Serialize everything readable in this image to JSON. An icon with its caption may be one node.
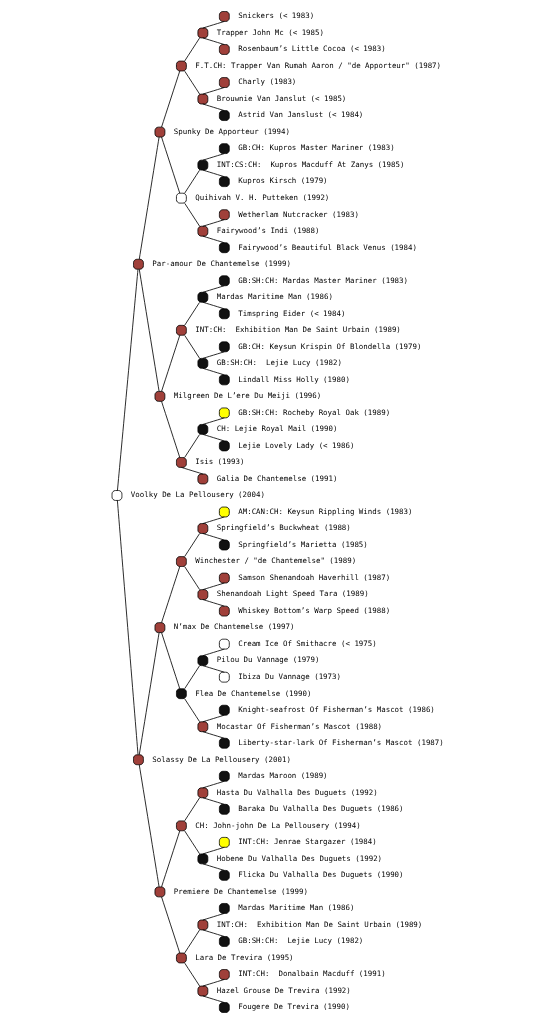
{
  "diagram": {
    "nodes": [
      {
        "text": [],
        "shape": "circle",
        "beside": [
          "Snickers (< 1983)"
        ]
      },
      {
        "text": [],
        "shape": "circle",
        "beside": [
          "Trapper John Mc (< 1985)"
        ]
      },
      {
        "text": [],
        "shape": "circle",
        "beside": [
          "Rosenbaum’s Little Cocoa (< 1983)"
        ]
      },
      {
        "text": [],
        "shape": "circle",
        "beside": [
          "F.T.CH: Trapper Van Rumah Aaron / \"de Apporteur\" (1987)"
        ]
      },
      {
        "text": [],
        "shape": "circle",
        "beside": [
          "Charly (1983)"
        ]
      },
      {
        "text": [],
        "shape": "circle",
        "beside": [
          "Brouwnie Van Janslut (< 1985)"
        ]
      },
      {
        "text": [],
        "shape": "circle",
        "beside": [
          "Astrid Van Janslust (< 1984)"
        ]
      },
      {
        "text": [],
        "shape": "circle",
        "beside": [
          "Spunky De Apporteur (1994)"
        ]
      },
      {
        "text": [],
        "shape": "circle",
        "beside": [
          "GB:CH: Kupros Master Mariner (1983)"
        ]
      },
      {
        "text": [],
        "shape": "circle",
        "beside": [
          "INT:CS:CH:  Kupros Macduff At Zanys (1985)"
        ]
      },
      {
        "text": [],
        "shape": "circle",
        "beside": [
          "Kupros Kirsch (1979)"
        ]
      },
      {
        "text": [],
        "shape": "circle",
        "beside": [
          "Quihivah V. H. Putteken (1992)"
        ]
      },
      {
        "text": [],
        "shape": "circle",
        "beside": [
          "Wetherlam Nutcracker (1983)"
        ]
      },
      {
        "text": [],
        "shape": "circle",
        "beside": [
          "Fairywood’s Indi (1988)"
        ]
      },
      {
        "text": [],
        "shape": "circle",
        "beside": [
          "Fairywood’s Beautiful Black Venus (1984)"
        ]
      },
      {
        "text": [],
        "shape": "circle",
        "beside": [
          "Par-amour De Chantemelse (1999)"
        ]
      },
      {
        "text": [],
        "shape": "circle",
        "beside": [
          "GB:SH:CH: Mardas Master Mariner (1983)"
        ]
      },
      {
        "text": [],
        "shape": "circle",
        "beside": [
          "Mardas Maritime Man (1986)"
        ]
      },
      {
        "text": [],
        "shape": "circle",
        "beside": [
          "Timspring Eider (< 1984)"
        ]
      },
      {
        "text": [],
        "shape": "circle",
        "beside": [
          "INT:CH:  Exhibition Man De Saint Urbain (1989)"
        ]
      },
      {
        "text": [],
        "shape": "circle",
        "beside": [
          "GB:CH: Keysun Krispin Of Blondella (1979)"
        ]
      },
      {
        "text": [],
        "shape": "circle",
        "beside": [
          "GB:SH:CH:  Lejie Lucy (1982)"
        ]
      },
      {
        "text": [],
        "shape": "circle",
        "beside": [
          "Lindall Miss Holly (1980)"
        ]
      },
      {
        "text": [],
        "shape": "circle",
        "beside": [
          "Milgreen De L’ere Du Meiji (1996)"
        ]
      },
      {
        "text": [],
        "shape": "circle",
        "beside": [
          "GB:SH:CH: Rocheby Royal Oak (1989)"
        ]
      },
      {
        "text": [],
        "shape": "circle",
        "beside": [
          "CH: Lejie Royal Mail (1990)"
        ]
      },
      {
        "text": [],
        "shape": "circle",
        "beside": [
          "Lejie Lovely Lady (< 1986)"
        ]
      },
      {
        "text": [],
        "shape": "circle",
        "beside": [
          "Isis (1993)"
        ]
      },
      {
        "text": [],
        "shape": "circle",
        "beside": [
          "Galia De Chantemelse (1991)"
        ]
      },
      {
        "text": [],
        "shape": "circle",
        "beside": [
          "Voolky De La Pellousery (2004)"
        ]
      },
      {
        "text": [],
        "shape": "circle",
        "beside": [
          "AM:CAN:CH: Keysun Rippling Winds (1983)"
        ]
      },
      {
        "text": [],
        "shape": "circle",
        "beside": [
          "Springfield’s Buckwheat (1988)"
        ]
      },
      {
        "text": [],
        "shape": "circle",
        "beside": [
          "Springfield’s Marietta (1985)"
        ]
      },
      {
        "text": [],
        "shape": "circle",
        "beside": [
          "Winchester / \"de Chantemelse\" (1989)"
        ]
      },
      {
        "text": [],
        "shape": "circle",
        "beside": [
          "Samson Shenandoah Haverhill (1987)"
        ]
      },
      {
        "text": [],
        "shape": "circle",
        "beside": [
          "Shenandoah Light Speed Tara (1989)"
        ]
      },
      {
        "text": [],
        "shape": "circle",
        "beside": [
          "Whiskey Bottom’s Warp Speed (1988)"
        ]
      },
      {
        "text": [],
        "shape": "circle",
        "beside": [
          "N’max De Chantemelse (1997)"
        ]
      },
      {
        "text": [],
        "shape": "circle",
        "beside": [
          "Cream Ice Of Smithacre (< 1975)"
        ]
      },
      {
        "text": [],
        "shape": "circle",
        "beside": [
          "Pilou Du Vannage (1979)"
        ]
      },
      {
        "text": [],
        "shape": "circle",
        "beside": [
          "Ibiza Du Vannage (1973)"
        ]
      },
      {
        "text": [],
        "shape": "circle",
        "beside": [
          "Flea De Chantemelse (1990)"
        ]
      },
      {
        "text": [],
        "shape": "circle",
        "beside": [
          "Knight-seafrost Of Fisherman’s Mascot (1986)"
        ]
      },
      {
        "text": [],
        "shape": "circle",
        "beside": [
          "Mocastar Of Fisherman’s Mascot (1988)"
        ]
      },
      {
        "text": [],
        "shape": "circle",
        "beside": [
          "Liberty-star-lark Of Fisherman’s Mascot (1987)"
        ]
      },
      {
        "text": [],
        "shape": "circle",
        "beside": [
          "Solassy De La Pellousery (2001)"
        ]
      },
      {
        "text": [],
        "shape": "circle",
        "beside": [
          "Mardas Maroon (1989)"
        ]
      },
      {
        "text": [],
        "shape": "circle",
        "beside": [
          "Hasta Du Valhalla Des Duguets (1992)"
        ]
      },
      {
        "text": [],
        "shape": "circle",
        "beside": [
          "Baraka Du Valhalla Des Duguets (1986)"
        ]
      },
      {
        "text": [],
        "shape": "circle",
        "beside": [
          "CH: John-john De La Pellousery (1994)"
        ]
      },
      {
        "text": [],
        "shape": "circle",
        "beside": [
          "INT:CH: Jenrae Stargazer (1984)"
        ]
      },
      {
        "text": [],
        "shape": "circle",
        "beside": [
          "Hobene Du Valhalla Des Duguets (1992)"
        ]
      },
      {
        "text": [],
        "shape": "circle",
        "beside": [
          "Flicka Du Valhalla Des Duguets (1990)"
        ]
      },
      {
        "text": [],
        "shape": "circle",
        "beside": [
          "Premiere De Chantemelse (1999)"
        ]
      },
      {
        "text": [],
        "shape": "circle",
        "beside": [
          "Mardas Maritime Man (1986)"
        ]
      },
      {
        "text": [],
        "shape": "circle",
        "beside": [
          "INT:CH:  Exhibition Man De Saint Urbain (1989)"
        ]
      },
      {
        "text": [],
        "shape": "circle",
        "beside": [
          "GB:SH:CH:  Lejie Lucy (1982)"
        ]
      },
      {
        "text": [],
        "shape": "circle",
        "beside": [
          "Lara De Trevira (1995)"
        ]
      },
      {
        "text": [],
        "shape": "circle",
        "beside": [
          "INT:CH:  Donalbain Macduff (1991)"
        ]
      },
      {
        "text": [],
        "shape": "circle",
        "beside": [
          "Hazel Grouse De Trevira (1992)"
        ]
      },
      {
        "text": [],
        "shape": "circle",
        "beside": [
          "Fougere De Trevira (1990)"
        ]
      }
    ],
    "edges": [
      {
        "from": 29,
        "to": 15,
        "arrow": "none"
      },
      {
        "from": 29,
        "to": 45,
        "arrow": "none"
      },
      {
        "from": 15,
        "to": 7,
        "arrow": "none"
      },
      {
        "from": 15,
        "to": 23,
        "arrow": "none"
      },
      {
        "from": 7,
        "to": 3,
        "arrow": "none"
      },
      {
        "from": 7,
        "to": 11,
        "arrow": "none"
      },
      {
        "from": 3,
        "to": 1,
        "arrow": "none"
      },
      {
        "from": 3,
        "to": 5,
        "arrow": "none"
      },
      {
        "from": 1,
        "to": 0,
        "arrow": "none"
      },
      {
        "from": 1,
        "to": 2,
        "arrow": "none"
      },
      {
        "from": 5,
        "to": 4,
        "arrow": "none"
      },
      {
        "from": 5,
        "to": 6,
        "arrow": "none"
      },
      {
        "from": 11,
        "to": 9,
        "arrow": "none"
      },
      {
        "from": 11,
        "to": 13,
        "arrow": "none"
      },
      {
        "from": 9,
        "to": 8,
        "arrow": "none"
      },
      {
        "from": 9,
        "to": 10,
        "arrow": "none"
      },
      {
        "from": 13,
        "to": 12,
        "arrow": "none"
      },
      {
        "from": 13,
        "to": 14,
        "arrow": "none"
      },
      {
        "from": 23,
        "to": 19,
        "arrow": "none"
      },
      {
        "from": 23,
        "to": 27,
        "arrow": "none"
      },
      {
        "from": 19,
        "to": 17,
        "arrow": "none"
      },
      {
        "from": 19,
        "to": 21,
        "arrow": "none"
      },
      {
        "from": 17,
        "to": 16,
        "arrow": "none"
      },
      {
        "from": 17,
        "to": 18,
        "arrow": "none"
      },
      {
        "from": 21,
        "to": 20,
        "arrow": "none"
      },
      {
        "from": 21,
        "to": 22,
        "arrow": "none"
      },
      {
        "from": 27,
        "to": 25,
        "arrow": "none"
      },
      {
        "from": 27,
        "to": 28,
        "arrow": "none"
      },
      {
        "from": 25,
        "to": 24,
        "arrow": "none"
      },
      {
        "from": 25,
        "to": 26,
        "arrow": "none"
      },
      {
        "from": 45,
        "to": 37,
        "arrow": "none"
      },
      {
        "from": 45,
        "to": 53,
        "arrow": "none"
      },
      {
        "from": 37,
        "to": 33,
        "arrow": "none"
      },
      {
        "from": 37,
        "to": 41,
        "arrow": "none"
      },
      {
        "from": 33,
        "to": 31,
        "arrow": "none"
      },
      {
        "from": 33,
        "to": 35,
        "arrow": "none"
      },
      {
        "from": 31,
        "to": 30,
        "arrow": "none"
      },
      {
        "from": 31,
        "to": 32,
        "arrow": "none"
      },
      {
        "from": 35,
        "to": 34,
        "arrow": "none"
      },
      {
        "from": 35,
        "to": 36,
        "arrow": "none"
      },
      {
        "from": 41,
        "to": 39,
        "arrow": "none"
      },
      {
        "from": 41,
        "to": 43,
        "arrow": "none"
      },
      {
        "from": 39,
        "to": 38,
        "arrow": "none"
      },
      {
        "from": 39,
        "to": 40,
        "arrow": "none"
      },
      {
        "from": 43,
        "to": 42,
        "arrow": "none"
      },
      {
        "from": 43,
        "to": 44,
        "arrow": "none"
      },
      {
        "from": 53,
        "to": 49,
        "arrow": "none"
      },
      {
        "from": 53,
        "to": 57,
        "arrow": "none"
      },
      {
        "from": 49,
        "to": 47,
        "arrow": "none"
      },
      {
        "from": 49,
        "to": 51,
        "arrow": "none"
      },
      {
        "from": 47,
        "to": 46,
        "arrow": "none"
      },
      {
        "from": 47,
        "to": 48,
        "arrow": "none"
      },
      {
        "from": 51,
        "to": 50,
        "arrow": "none"
      },
      {
        "from": 51,
        "to": 52,
        "arrow": "none"
      },
      {
        "from": 57,
        "to": 55,
        "arrow": "none"
      },
      {
        "from": 57,
        "to": 59,
        "arrow": "none"
      },
      {
        "from": 55,
        "to": 54,
        "arrow": "none"
      },
      {
        "from": 55,
        "to": 56,
        "arrow": "none"
      },
      {
        "from": 59,
        "to": 58,
        "arrow": "none"
      },
      {
        "from": 59,
        "to": 60,
        "arrow": "none"
      }
    ]
  }
}
